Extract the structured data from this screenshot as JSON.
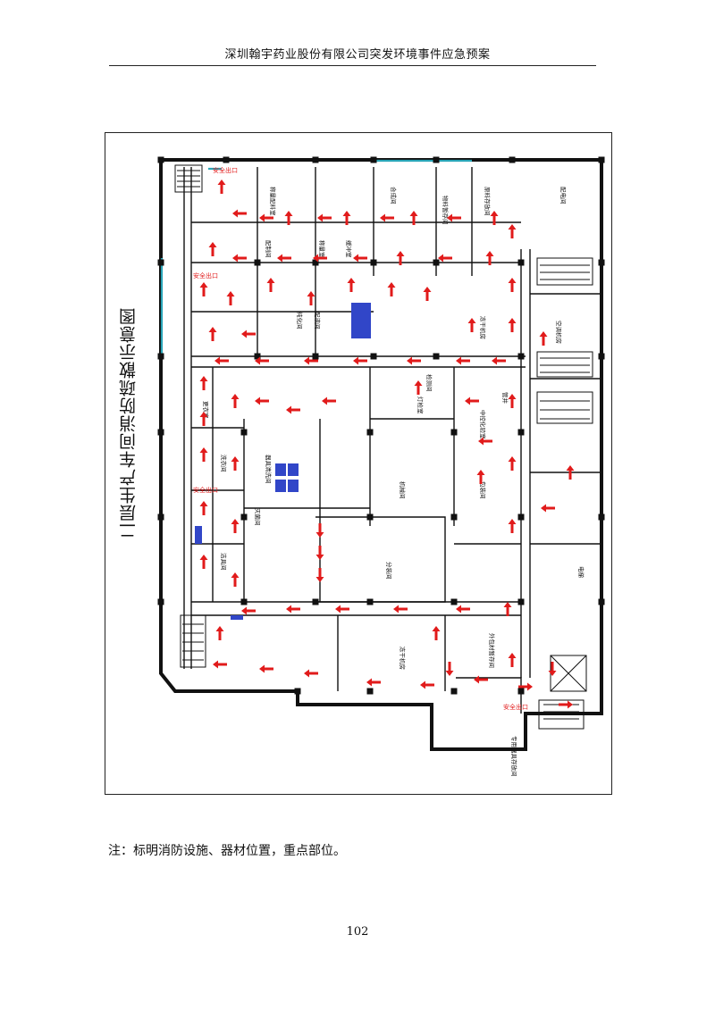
{
  "header": {
    "title": "深圳翰宇药业股份有限公司突发环境事件应急预案"
  },
  "plan": {
    "title": "二层生产车间消防疏散示意图",
    "exit_label": "安全出口",
    "colors": {
      "arrow": "#e11b1b",
      "wall": "#111111",
      "glass": "#2aa6b8",
      "fixture": "#3146c8",
      "door": "#18a36a"
    },
    "rooms": [
      {
        "label": "称量配料室"
      },
      {
        "label": "合成间"
      },
      {
        "label": "物料暂存间"
      },
      {
        "label": "原料存放间"
      },
      {
        "label": "配制间"
      },
      {
        "label": "称量室"
      },
      {
        "label": "缓冲室"
      },
      {
        "label": "空调机房"
      },
      {
        "label": "纯化间"
      },
      {
        "label": "冻干机房"
      },
      {
        "label": "分装间"
      },
      {
        "label": "配液间"
      },
      {
        "label": "灯检室"
      },
      {
        "label": "中控化验室"
      },
      {
        "label": "包装间"
      },
      {
        "label": "外包材暂存间"
      },
      {
        "label": "更衣室"
      },
      {
        "label": "洗衣间"
      },
      {
        "label": "器具清洗间"
      },
      {
        "label": "灭菌间"
      },
      {
        "label": "机械间"
      },
      {
        "label": "电梯"
      },
      {
        "label": "冻干机房"
      },
      {
        "label": "专用器具存放间"
      },
      {
        "label": "配电间"
      },
      {
        "label": "管井"
      },
      {
        "label": "检测间"
      },
      {
        "label": "洁具间"
      }
    ]
  },
  "note": "注：标明消防设施、器材位置，重点部位。",
  "page_number": "102"
}
